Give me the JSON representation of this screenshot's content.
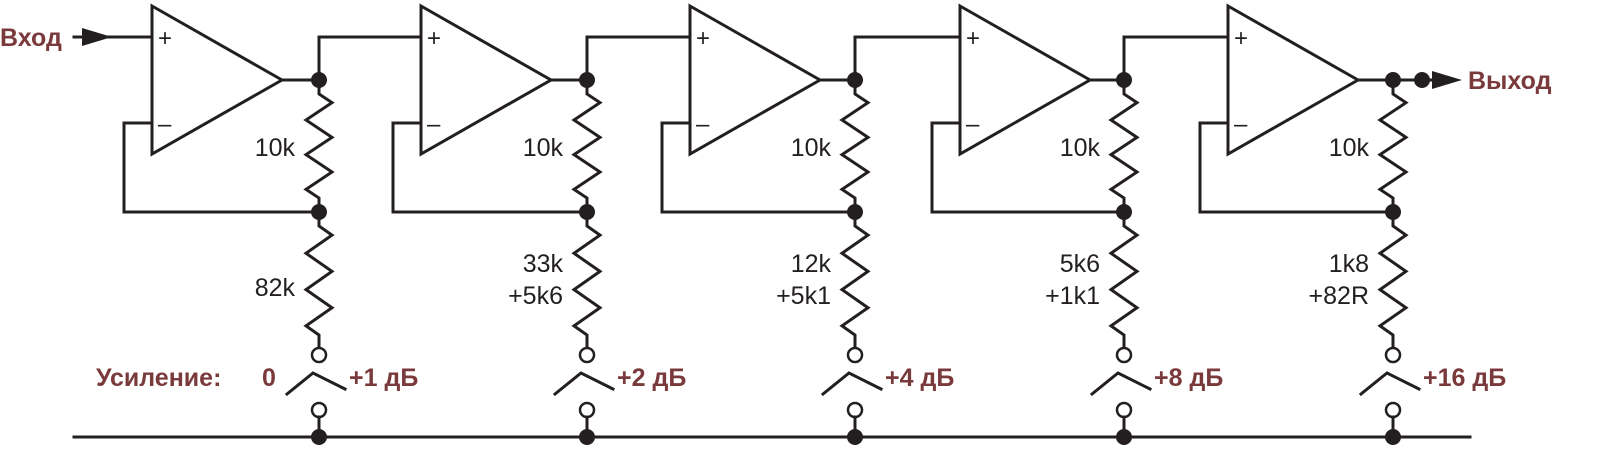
{
  "input_label": "Вход",
  "output_label": "Выход",
  "gain_caption": "Усиление:",
  "gain_zero": "0",
  "opamp_plus": "+",
  "opamp_minus": "–",
  "stages": [
    {
      "feedback_resistor": "10k",
      "ground_resistor": [
        "82k"
      ],
      "gain_step": "+1 дБ"
    },
    {
      "feedback_resistor": "10k",
      "ground_resistor": [
        "33k",
        "+5k6"
      ],
      "gain_step": "+2 дБ"
    },
    {
      "feedback_resistor": "10k",
      "ground_resistor": [
        "12k",
        "+5k1"
      ],
      "gain_step": "+4 дБ"
    },
    {
      "feedback_resistor": "10k",
      "ground_resistor": [
        "5k6",
        "+1k1"
      ],
      "gain_step": "+8 дБ"
    },
    {
      "feedback_resistor": "10k",
      "ground_resistor": [
        "1k8",
        "+82R"
      ],
      "gain_step": "+16 дБ"
    }
  ],
  "colors": {
    "line": "#231f20",
    "accent": "#7a3a3c"
  }
}
